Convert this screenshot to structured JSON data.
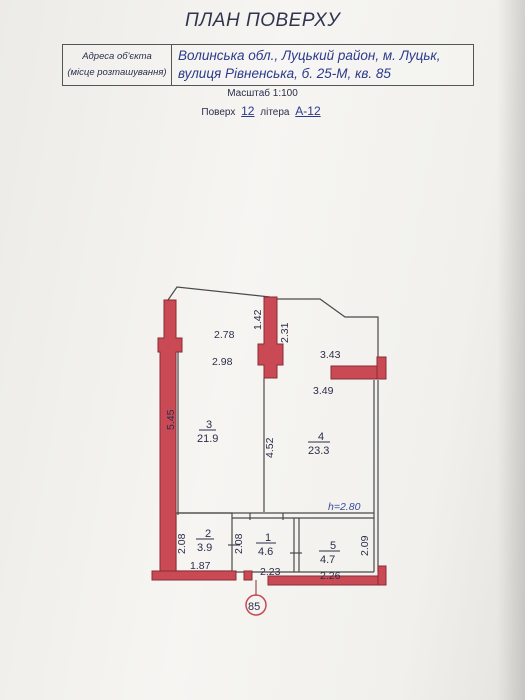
{
  "header": {
    "title": "ПЛАН ПОВЕРХУ",
    "address_label_line1": "Адреса об'єкта",
    "address_label_line2": "(місце розташування)",
    "address_line1": "Волинська обл., Луцький район, м. Луцьк,",
    "address_line2": "вулиця Рівненська, б. 25-М, кв. 85",
    "scale": "Масштаб 1:100",
    "floor_label": "Поверх",
    "floor_number": "12",
    "litera_label": "літера",
    "litera_value": "А-12"
  },
  "plan": {
    "rooms": [
      {
        "number": "3",
        "area": "21.9"
      },
      {
        "number": "4",
        "area": "23.3"
      },
      {
        "number": "2",
        "area": "3.9"
      },
      {
        "number": "1",
        "area": "4.6"
      },
      {
        "number": "5",
        "area": "4.7"
      }
    ],
    "dimensions": {
      "d278": "2.78",
      "d298": "2.98",
      "d142": "1.42",
      "d231": "2.31",
      "d343": "3.43",
      "d349": "3.49",
      "d545": "5.45",
      "d452": "4.52",
      "d208a": "2.08",
      "d208b": "2.08",
      "d209": "2.09",
      "d187": "1.87",
      "d223": "2.23",
      "d226": "2.26"
    },
    "ceiling_height": "h=2.80",
    "apartment_number": "85"
  },
  "colors": {
    "wall": "#c94a55",
    "wall_stroke": "#8a2a32",
    "line": "#4a4a4a",
    "ink": "#2b2e4a"
  }
}
